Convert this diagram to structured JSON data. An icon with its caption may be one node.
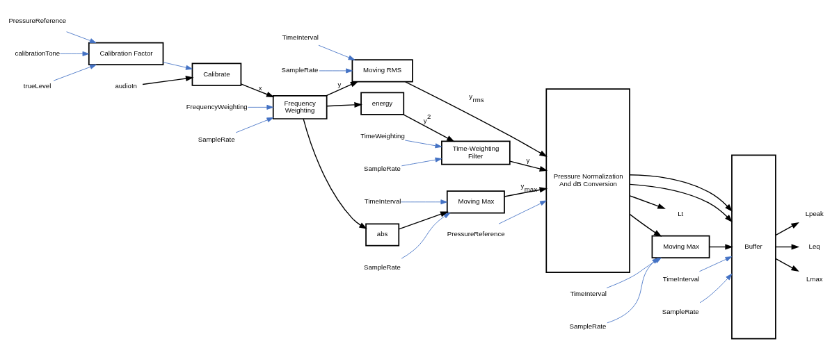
{
  "diagram": {
    "nodes": [
      {
        "text": [
          "PressureReference"
        ]
      },
      {
        "text": [
          "calibrationTone"
        ]
      },
      {
        "text": [
          "trueLevel"
        ]
      },
      {
        "text": [
          "Calibration Factor"
        ]
      },
      {
        "text": [
          "audioIn"
        ]
      },
      {
        "text": [
          "Calibrate"
        ]
      },
      {
        "text": [
          "FrequencyWeighting"
        ]
      },
      {
        "text": [
          "Frequency Weighting"
        ]
      },
      {
        "text": [
          "SampleRate"
        ]
      },
      {
        "text": [
          "TimeInterval"
        ]
      },
      {
        "text": [
          "SampleRate"
        ]
      },
      {
        "text": [
          "abs"
        ]
      },
      {
        "text": [
          "Moving Max"
        ]
      },
      {
        "text": [
          "TimeInterval"
        ]
      },
      {
        "text": [
          "SampleRate"
        ]
      },
      {
        "text": [
          "Moving RMS"
        ]
      },
      {
        "text": [
          "energy"
        ]
      },
      {
        "text": [
          "SampleRate"
        ]
      },
      {
        "text": [
          "Time-Weighting Filter"
        ]
      },
      {
        "text": [
          "TimeWeighting"
        ]
      },
      {
        "text": [
          "PressureReference"
        ]
      },
      {
        "text": [
          "Pressure Normalization And dB Conversion"
        ]
      },
      {
        "text": [
          "TimeInterval"
        ]
      },
      {
        "text": [
          "SampleRate"
        ]
      },
      {
        "text": [
          "Moving Max"
        ]
      },
      {
        "text": [
          "TimeInterval"
        ]
      },
      {
        "text": [
          "SampleRate"
        ]
      },
      {
        "text": [
          "Buffer"
        ]
      },
      {
        "text": [
          "Lpeak"
        ]
      },
      {
        "text": [
          "Leq"
        ]
      },
      {
        "text": [
          "Lmax"
        ]
      },
      {
        "text": [
          "Lt"
        ]
      }
    ],
    "edges": [
      {
        "from": 0,
        "to": 3,
        "arrow": "to",
        "color": "#4472c4"
      },
      {
        "from": 1,
        "to": 3,
        "arrow": "to",
        "color": "#4472c4"
      },
      {
        "from": 2,
        "to": 3,
        "arrow": "to",
        "color": "#4472c4"
      },
      {
        "from": 3,
        "to": 5,
        "arrow": "to",
        "color": "#4472c4"
      },
      {
        "from": 4,
        "to": 5,
        "arrow": "to"
      },
      {
        "from": 5,
        "to": 7,
        "arrow": "to",
        "label": "x"
      },
      {
        "from": 6,
        "to": 7,
        "arrow": "to",
        "color": "#4472c4"
      },
      {
        "from": 8,
        "to": 7,
        "arrow": "to",
        "color": "#4472c4"
      },
      {
        "from": 7,
        "to": 11,
        "arrow": "to"
      },
      {
        "from": 7,
        "to": 15,
        "arrow": "to",
        "label": "y"
      },
      {
        "from": 7,
        "to": 16,
        "arrow": "to"
      },
      {
        "from": 9,
        "to": 12,
        "arrow": "to",
        "color": "#4472c4"
      },
      {
        "from": 10,
        "to": 12,
        "arrow": "to",
        "color": "#4472c4"
      },
      {
        "from": 11,
        "to": 12,
        "arrow": "to"
      },
      {
        "from": 13,
        "to": 15,
        "arrow": "to",
        "color": "#4472c4"
      },
      {
        "from": 14,
        "to": 15,
        "arrow": "to",
        "color": "#4472c4"
      },
      {
        "from": 17,
        "to": 18,
        "arrow": "to",
        "color": "#4472c4"
      },
      {
        "from": 19,
        "to": 18,
        "arrow": "to",
        "color": "#4472c4"
      },
      {
        "from": 16,
        "to": 18,
        "arrow": "to",
        "label": "y$^{2}$"
      },
      {
        "from": 12,
        "to": 21,
        "arrow": "to",
        "label": "y$_{max}$"
      },
      {
        "from": 15,
        "to": 21,
        "arrow": "to",
        "label": "y$_{rms}$"
      },
      {
        "from": 18,
        "to": 21,
        "arrow": "to",
        "label": "γ"
      },
      {
        "from": 20,
        "to": 21,
        "arrow": "to",
        "color": "#4472c4"
      },
      {
        "from": 22,
        "to": 27,
        "arrow": "to",
        "color": "#4472c4"
      },
      {
        "from": 23,
        "to": 27,
        "arrow": "to",
        "color": "#4472c4"
      },
      {
        "from": 21,
        "to": 27,
        "arrow": "to"
      },
      {
        "from": 21,
        "to": 27,
        "arrow": "to"
      },
      {
        "from": 25,
        "to": 24,
        "arrow": "to",
        "color": "#4472c4"
      },
      {
        "from": 26,
        "to": 24,
        "arrow": "to",
        "color": "#4472c4"
      },
      {
        "from": 21,
        "to": 24,
        "arrow": "to"
      },
      {
        "from": 21,
        "to": 31,
        "arrow": "to"
      },
      {
        "from": 24,
        "to": 27,
        "arrow": "to"
      },
      {
        "from": 27,
        "to": 28,
        "arrow": "to"
      },
      {
        "from": 27,
        "to": 29,
        "arrow": "to"
      },
      {
        "from": 27,
        "to": 30,
        "arrow": "to"
      }
    ]
  }
}
